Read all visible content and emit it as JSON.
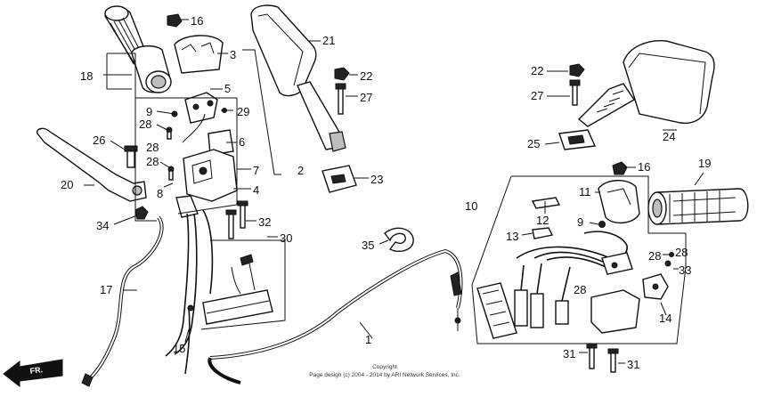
{
  "diagram": {
    "callouts": {
      "c1": "1",
      "c2": "2",
      "c3": "3",
      "c4": "4",
      "c5": "5",
      "c6": "6",
      "c7": "7",
      "c8": "8",
      "c9a": "9",
      "c9b": "9",
      "c10": "10",
      "c11": "11",
      "c12": "12",
      "c13": "13",
      "c14": "14",
      "c15": "15",
      "c16a": "16",
      "c16b": "16",
      "c17": "17",
      "c18": "18",
      "c19": "19",
      "c20": "20",
      "c21": "21",
      "c22a": "22",
      "c22b": "22",
      "c23": "23",
      "c24": "24",
      "c25": "25",
      "c26": "26",
      "c27a": "27",
      "c27b": "27",
      "c28a": "28",
      "c28b": "28",
      "c28c": "28",
      "c28d": "28",
      "c28e": "28",
      "c28f": "28",
      "c29": "29",
      "c30": "30",
      "c31a": "31",
      "c31b": "31",
      "c32": "32",
      "c33": "33",
      "c34": "34",
      "c35": "35"
    },
    "front_arrow_label": "FR.",
    "copyright_line1": "Copyright",
    "copyright_line2": "Page design (c) 2004 - 2014 by ARI Network Services, Inc."
  }
}
